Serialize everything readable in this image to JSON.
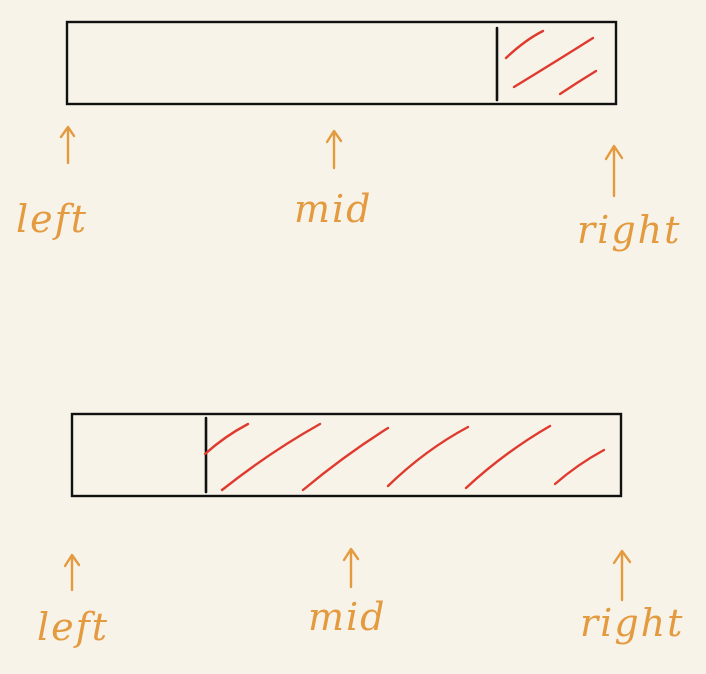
{
  "diagrams": [
    {
      "labels": {
        "left": "left",
        "mid": "mid",
        "right": "right"
      }
    },
    {
      "labels": {
        "left": "left",
        "mid": "mid",
        "right": "right"
      }
    }
  ],
  "colors": {
    "background": "#f7f3e8",
    "label": "#e49a3f",
    "outline": "#111111",
    "hatch": "#e03a2f"
  }
}
